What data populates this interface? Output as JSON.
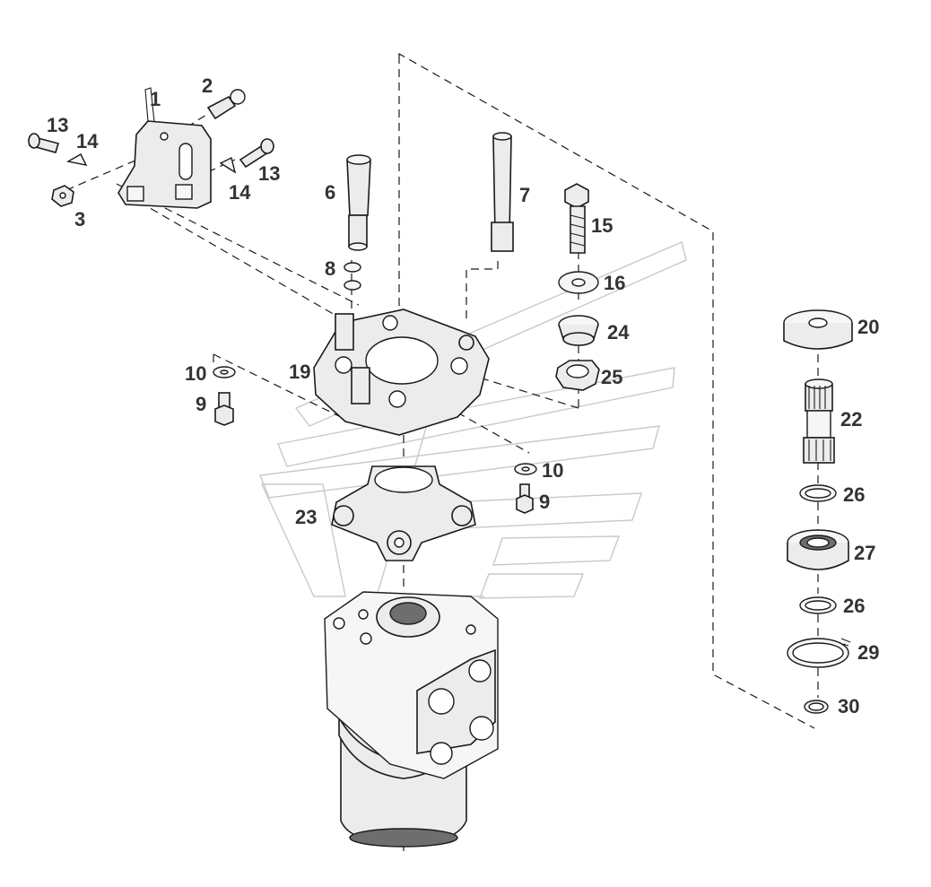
{
  "callouts": [
    {
      "id": "c1",
      "label": "1"
    },
    {
      "id": "c2",
      "label": "2"
    },
    {
      "id": "c13a",
      "label": "13"
    },
    {
      "id": "c14a",
      "label": "14"
    },
    {
      "id": "c3",
      "label": "3"
    },
    {
      "id": "c14b",
      "label": "14"
    },
    {
      "id": "c13b",
      "label": "13"
    },
    {
      "id": "c6",
      "label": "6"
    },
    {
      "id": "c7",
      "label": "7"
    },
    {
      "id": "c15",
      "label": "15"
    },
    {
      "id": "c8",
      "label": "8"
    },
    {
      "id": "c16",
      "label": "16"
    },
    {
      "id": "c24",
      "label": "24"
    },
    {
      "id": "c10a",
      "label": "10"
    },
    {
      "id": "c19",
      "label": "19"
    },
    {
      "id": "c25",
      "label": "25"
    },
    {
      "id": "c9a",
      "label": "9"
    },
    {
      "id": "c20",
      "label": "20"
    },
    {
      "id": "c22",
      "label": "22"
    },
    {
      "id": "c10b",
      "label": "10"
    },
    {
      "id": "c26a",
      "label": "26"
    },
    {
      "id": "c9b",
      "label": "9"
    },
    {
      "id": "c23",
      "label": "23"
    },
    {
      "id": "c27",
      "label": "27"
    },
    {
      "id": "c26b",
      "label": "26"
    },
    {
      "id": "c29",
      "label": "29"
    },
    {
      "id": "c30",
      "label": "30"
    }
  ]
}
